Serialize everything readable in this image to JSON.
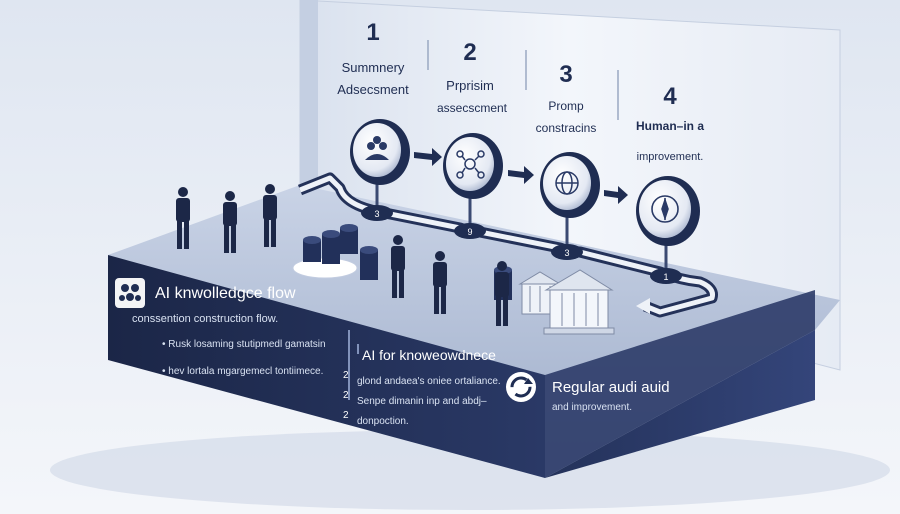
{
  "steps": [
    {
      "number": "1",
      "line1": "Summnery",
      "line2": "Adsecsment"
    },
    {
      "number": "2",
      "line1": "Prprisim",
      "line2": "assecscment"
    },
    {
      "number": "3",
      "line1": "Promp",
      "line2": "constracins"
    },
    {
      "number": "4",
      "line1": "Human–in a",
      "line2": "improvement."
    }
  ],
  "track_markers": [
    "3",
    "9",
    "3",
    "1"
  ],
  "left_panel": {
    "title": "AI knwolledgce flow",
    "subtitle": "conssention construction flow.",
    "bullet1": "• Rusk losaming stutipmedl gamatsin",
    "bullet2": "• hev lortala mgargemecl tontiimece."
  },
  "middle_panel": {
    "title": "AI for knoweowdnece",
    "item1_num": "2",
    "item1_text": "glond andaea's oniee ortaliance.",
    "item2_num": "2",
    "item2_text": "Senpe dimanin inp and abdj–",
    "item3_num": "2",
    "item3_text": "donpoction."
  },
  "right_panel": {
    "title": "Regular audi auid",
    "subtitle": "and improvement."
  },
  "colors": {
    "navy": "#1f2d52",
    "wall": "#eef2f8",
    "accent": "#2a3a66"
  }
}
